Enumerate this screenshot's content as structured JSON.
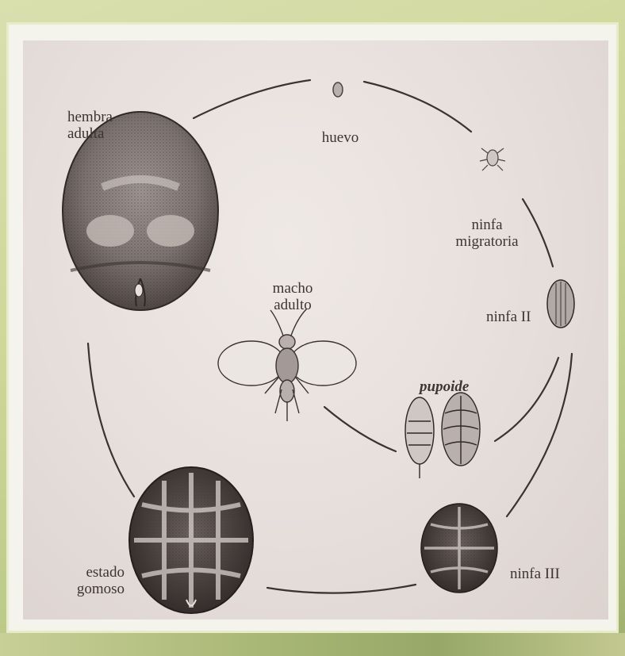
{
  "labels": {
    "hembra_adulta": [
      "hembra",
      "adulta"
    ],
    "huevo": "huevo",
    "ninfa_migratoria": [
      "ninfa",
      "migratoria"
    ],
    "macho_adulto": [
      "macho",
      "adulto"
    ],
    "ninfa_ii": "ninfa II",
    "pupoide": "pupoide",
    "estado_gomoso": [
      "estado",
      "gomoso"
    ],
    "ninfa_iii": "ninfa III"
  }
}
